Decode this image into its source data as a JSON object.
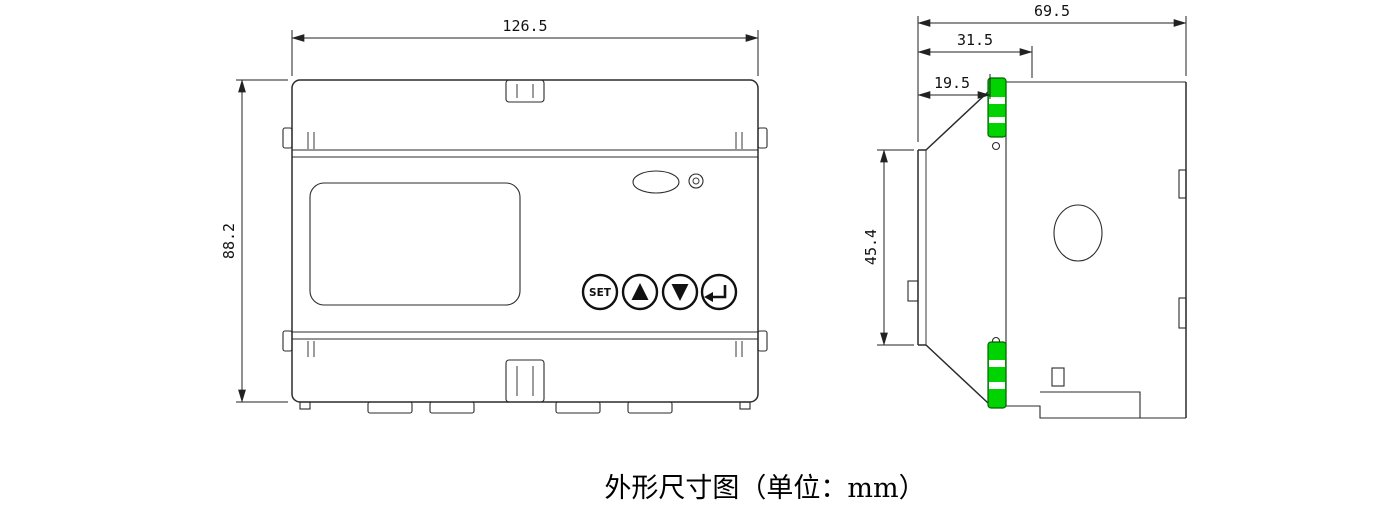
{
  "caption": "外形尺寸图（单位：mm）",
  "front_view": {
    "width_mm": "126.5",
    "height_mm": "88.2",
    "set_button_label": "SET"
  },
  "side_view": {
    "total_depth_mm": "69.5",
    "upper_depth_mm": "31.5",
    "clip_depth_mm": "19.5",
    "front_height_mm": "45.4",
    "clip_color": "#00d300"
  },
  "colors": {
    "line": "#2b2b2b",
    "background": "#ffffff"
  }
}
